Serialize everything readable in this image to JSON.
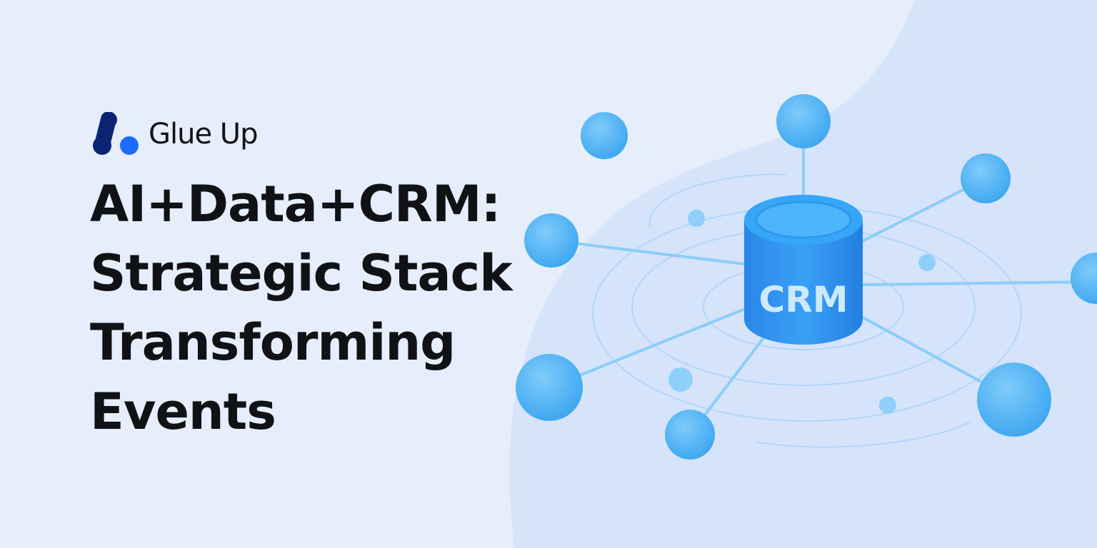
{
  "brand": {
    "name": "Glue Up",
    "colors": {
      "dark": "#0b2474",
      "accent": "#1d6cff"
    }
  },
  "headline": {
    "lines": [
      "AI+Data+CRM:",
      "Strategic Stack",
      "Transforming",
      "Events"
    ]
  },
  "illustration": {
    "database_label": "CRM",
    "node_color": "#4db4f5",
    "database_color": "#2b8ff0",
    "link_color": "#8ccdf8"
  }
}
